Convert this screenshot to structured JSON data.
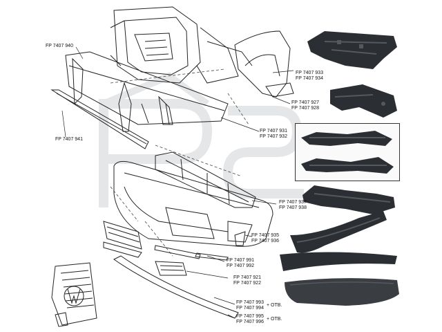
{
  "labels": [
    {
      "id": "l940",
      "lines": [
        "FP 7407 940"
      ]
    },
    {
      "id": "l941",
      "lines": [
        "FP 7407 941"
      ]
    },
    {
      "id": "l933",
      "lines": [
        "FP 7407 933",
        "FP 7407 934"
      ]
    },
    {
      "id": "l927",
      "lines": [
        "FP 7407 927",
        "FP 7407 928"
      ]
    },
    {
      "id": "l931",
      "lines": [
        "FP 7407 931",
        "FP 7407 932"
      ]
    },
    {
      "id": "l937",
      "lines": [
        "FP 7407 937",
        "FP 7407 938"
      ]
    },
    {
      "id": "l935",
      "lines": [
        "FP 7407 935",
        "FP 7407 936"
      ]
    },
    {
      "id": "l991",
      "lines": [
        "FP 7407 991",
        "FP 7407 992"
      ]
    },
    {
      "id": "l921",
      "lines": [
        "FP 7407 921",
        "FP 7407 922"
      ]
    },
    {
      "id": "l993",
      "lines": [
        "FP 7407 993",
        "FP 7407 994"
      ],
      "note": "+ OTB."
    },
    {
      "id": "l995",
      "lines": [
        "FP 7407 995",
        "FP 7407 996"
      ],
      "note": "+ OTB."
    }
  ],
  "colors": {
    "line": "#222222",
    "part_dark": "#2b2f33",
    "part_mid": "#55595e",
    "watermark": "#e4e6e8",
    "frame": "#333333"
  }
}
